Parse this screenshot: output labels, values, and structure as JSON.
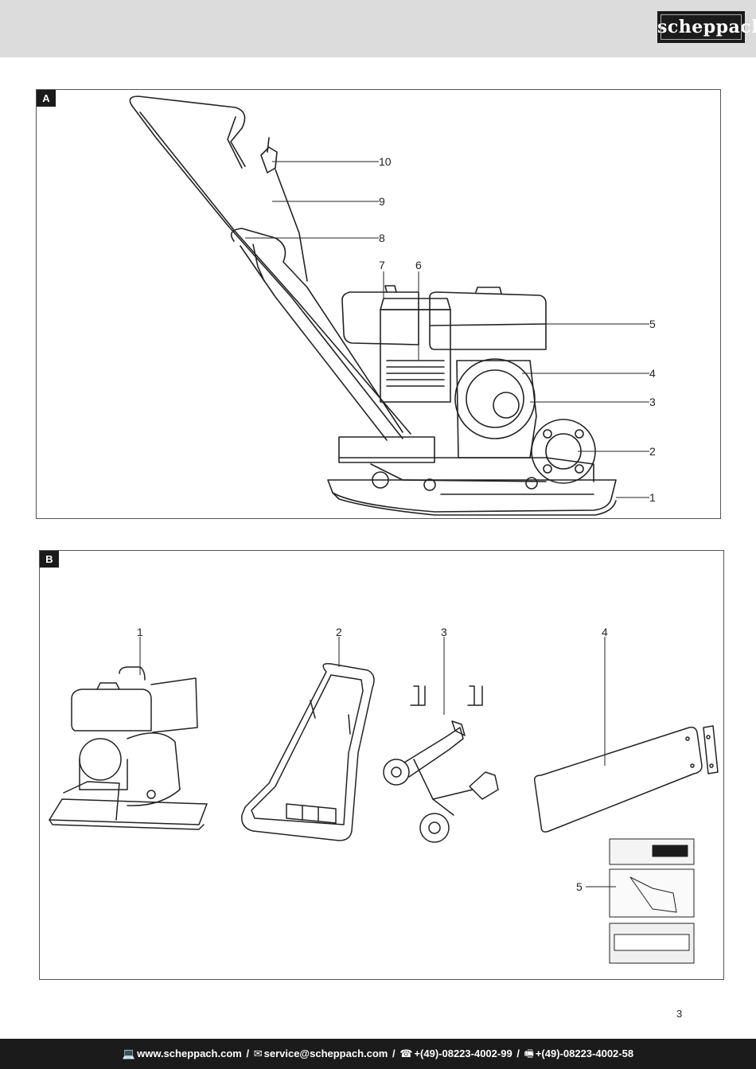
{
  "header": {
    "brand": "scheppach"
  },
  "panel_a": {
    "tag": "A",
    "callouts": [
      "10",
      "9",
      "8",
      "7",
      "6",
      "5",
      "4",
      "3",
      "2",
      "1"
    ]
  },
  "panel_b": {
    "tag": "B",
    "callouts": [
      "1",
      "2",
      "3",
      "4",
      "5"
    ]
  },
  "page_number": "3",
  "footer": {
    "website": "www.scheppach.com",
    "email": "service@scheppach.com",
    "phone": "+(49)-08223-4002-99",
    "fax": "+(49)-08223-4002-58",
    "separator": "/",
    "icons": [
      "computer-icon",
      "mail-icon",
      "phone-icon",
      "fax-icon"
    ]
  }
}
